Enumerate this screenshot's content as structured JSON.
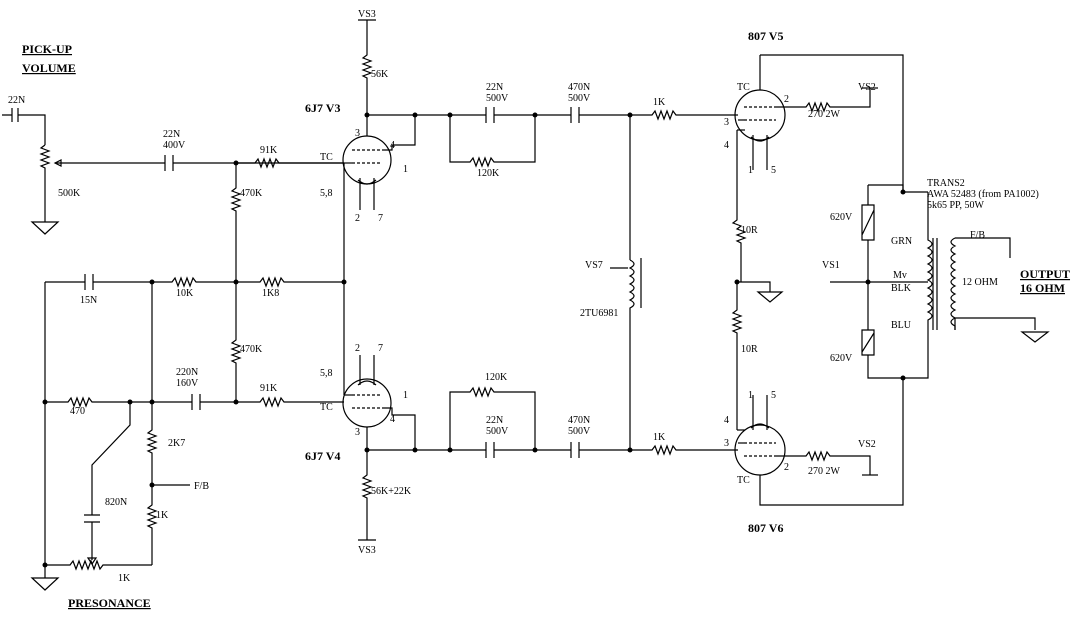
{
  "titles": {
    "pickup_line1": "PICK-UP",
    "pickup_line2": "VOLUME",
    "presonance": "PRESONANCE",
    "output_line1": "OUTPUT",
    "output_line2": "16 OHM"
  },
  "tubes": {
    "v3": "6J7  V3",
    "v4": "6J7  V4",
    "v5": "807  V5",
    "v6": "807  V6",
    "tc": "TC"
  },
  "pins": {
    "p1": "1",
    "p2": "2",
    "p3": "3",
    "p4": "4",
    "p5": "5",
    "p7": "7",
    "p58": "5,8"
  },
  "components": {
    "c_22n_in": "22N",
    "pot_500k": "500K",
    "c_22n": "22N",
    "c_400v": "400V",
    "r_91k": "91K",
    "r_470k": "470K",
    "r_56k": "56K",
    "r_56k22k": "56K+22K",
    "c_22n_b": "22N",
    "c_500v": "500V",
    "c_470n": "470N",
    "r_120k": "120K",
    "r_1k": "1K",
    "r_1k8": "1K8",
    "r_10k": "10K",
    "c_15n": "15N",
    "r_470": "470",
    "c_220n": "220N",
    "c_160v": "160V",
    "r_2k7": "2K7",
    "c_820n": "820N",
    "r_10r": "10R",
    "r_270": "270  2W",
    "vdr_620v": "620V",
    "choke": "2TU6981",
    "f_b": "F/B",
    "ohm12": "12 OHM"
  },
  "rails": {
    "vs1": "VS1",
    "vs2": "VS2",
    "vs3": "VS3",
    "vs7": "VS7"
  },
  "transformer": {
    "line1": "TRANS2",
    "line2": "AWA  52483 (from PA1002)",
    "line3": "5k65 PP,  50W",
    "grn": "GRN",
    "mv": "Mv",
    "blk": "BLK",
    "blu": "BLU"
  }
}
